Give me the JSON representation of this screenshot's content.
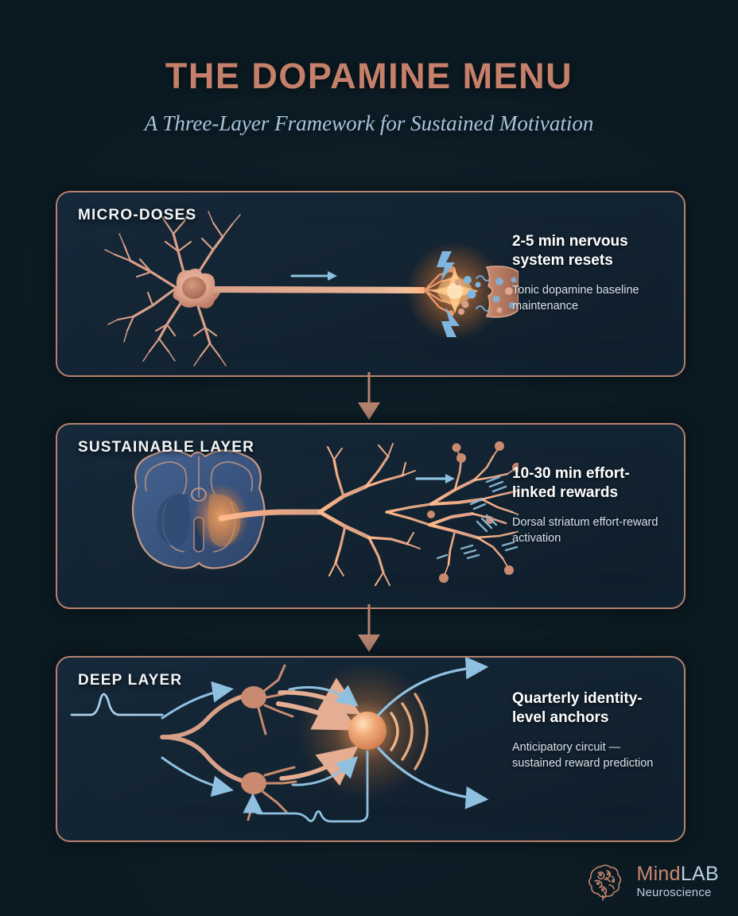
{
  "header": {
    "title": "THE DOPAMINE MENU",
    "subtitle": "A Three-Layer Framework for Sustained Motivation",
    "title_color": "#c4806a",
    "subtitle_color": "#a8c4dc"
  },
  "theme": {
    "background": "#0b1a22",
    "panel_fill": "#16293a",
    "panel_border": "#b5826e",
    "copper": "#d9a088",
    "glow_orange": "#ff9d52",
    "blue_accent": "#8fc0e0",
    "brain_blue": "#3c5a86"
  },
  "panels": [
    {
      "label": "MICRO-DOSES",
      "primary": "2-5 min nervous system resets",
      "secondary": "Tonic dopamine baseline maintenance",
      "art": "neuron-synapse-diagram"
    },
    {
      "label": "SUSTAINABLE LAYER",
      "primary": "10-30 min effort-linked rewards",
      "secondary": "Dorsal striatum effort-reward activation",
      "art": "brain-section-dendrite-diagram"
    },
    {
      "label": "DEEP LAYER",
      "primary": "Quarterly identity-level anchors",
      "secondary": "Anticipatory circuit — sustained reward prediction",
      "art": "anticipatory-circuit-diagram"
    }
  ],
  "connectors": [
    {
      "direction": "down"
    },
    {
      "direction": "down"
    }
  ],
  "logo": {
    "name_part_1": "Mind",
    "name_part_2": "LAB",
    "tagline": "Neuroscience",
    "icon": "brain-outline-icon"
  }
}
